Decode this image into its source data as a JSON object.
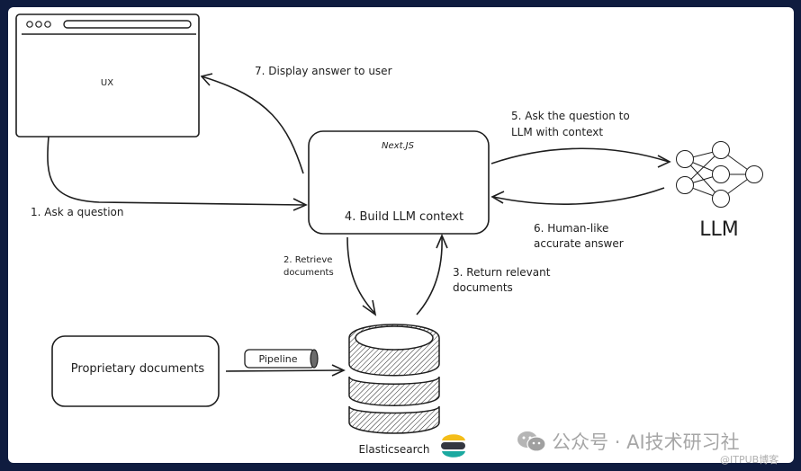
{
  "diagram": {
    "nodes": {
      "ux": {
        "label": "UX"
      },
      "nextjs": {
        "title": "Next.JS",
        "label": "4. Build LLM context"
      },
      "llm": {
        "label": "LLM"
      },
      "proprietary": {
        "label": "Proprietary documents"
      },
      "pipeline": {
        "label": "Pipeline"
      },
      "elasticsearch": {
        "label": "Elasticsearch"
      }
    },
    "edges": {
      "ask_question": {
        "label": "1. Ask a question"
      },
      "retrieve": {
        "line1": "2. Retrieve",
        "line2": "documents"
      },
      "return_relevant": {
        "line1": "3. Return relevant",
        "line2": "documents"
      },
      "ask_llm": {
        "line1": "5. Ask the question to",
        "line2": "LLM with context"
      },
      "answer": {
        "line1": "6. Human-like",
        "line2": "accurate answer"
      },
      "display": {
        "label": "7. Display answer to user"
      }
    },
    "colors": {
      "background": "#0f1c3f",
      "stroke": "#1e1e1e",
      "es_yellow": "#f4bd19",
      "es_dark": "#343741",
      "es_teal": "#1ba9a0"
    }
  },
  "watermark": {
    "main": "公众号 · AI技术研习社",
    "sub": "@ITPUB博客"
  }
}
